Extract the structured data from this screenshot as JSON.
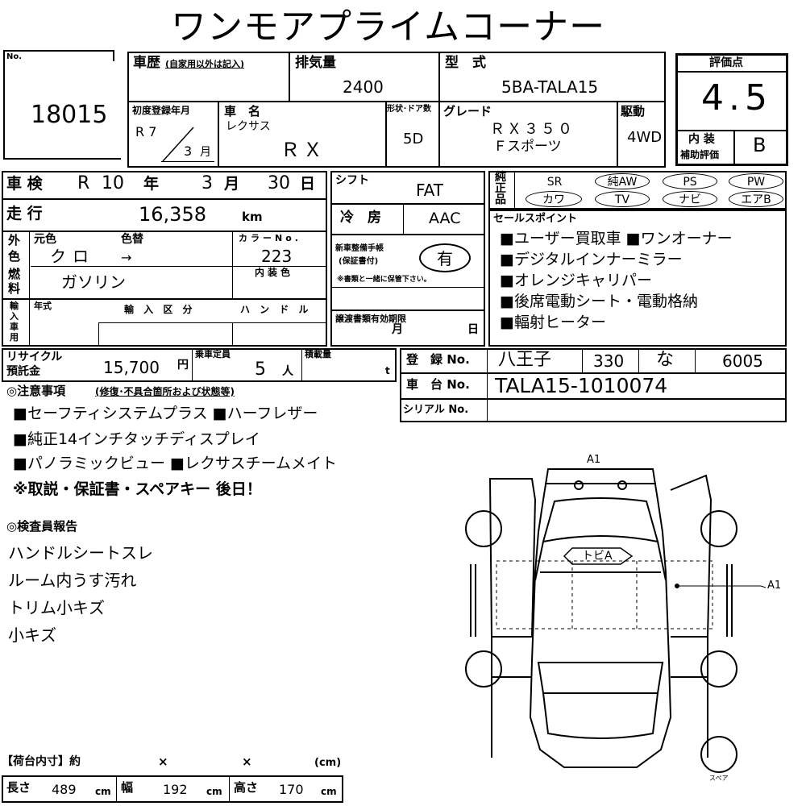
{
  "header": {
    "title": "ワンモアプライムコーナー"
  },
  "lot": {
    "label": "No.",
    "number": "18015"
  },
  "history": {
    "label": "車歴",
    "note": "(自家用以外は記入)"
  },
  "displacement": {
    "label": "排気量",
    "value": "2400"
  },
  "model": {
    "label": "型　式",
    "value": "5BA-TALA15"
  },
  "score": {
    "label": "評価点",
    "value": "4.5",
    "interior_label_1": "内 装",
    "interior_label_2": "補助評価",
    "interior_value": "B"
  },
  "first_reg": {
    "label": "初度登録年月",
    "era_year": "R 7",
    "month": "3",
    "month_unit": "月"
  },
  "car_name": {
    "label": "車　名",
    "maker": "レクサス",
    "name": "ＲＸ"
  },
  "body": {
    "label": "形状･ドア数",
    "value": "5D"
  },
  "grade": {
    "label": "グレード",
    "line1": "ＲＸ３５０",
    "line2": "Ｆスポーツ"
  },
  "drive": {
    "label": "駆動",
    "value": "4WD"
  },
  "inspection": {
    "label": "車 検",
    "era": "R",
    "year": "10",
    "year_unit": "年",
    "month": "3",
    "month_unit": "月",
    "day": "30",
    "day_unit": "日"
  },
  "shift": {
    "label": "シフト",
    "value": "FAT"
  },
  "equipment": {
    "label_1": "純",
    "label_2": "正",
    "label_3": "品",
    "items": [
      "SR",
      "純AW",
      "PS",
      "PW",
      "カワ",
      "TV",
      "ナビ",
      "エアB"
    ]
  },
  "mileage": {
    "label": "走 行",
    "value": "16,358",
    "unit": "km"
  },
  "aircon": {
    "label": "冷　房",
    "value": "AAC"
  },
  "color": {
    "outer_1": "外",
    "outer_2": "色",
    "orig_label": "元色",
    "orig_value": "クロ",
    "change_label": "色替",
    "change_value": "→",
    "code_label": "カラーNo.",
    "code_value": "223",
    "interior_label": "内装色"
  },
  "warranty": {
    "label_1": "新車整備手帳",
    "label_2": "(保証書付)",
    "value": "有",
    "note": "※書類と一緒に保管下さい。"
  },
  "fuel": {
    "label_1": "燃",
    "label_2": "料",
    "value": "ガソリン"
  },
  "sales_points": {
    "label": "セールスポイント",
    "lines": [
      "■ユーザー買取車 ■ワンオーナー",
      "■デジタルインナーミラー",
      "■オレンジキャリパー",
      "■後席電動シート・電動格納",
      "■輻射ヒーター"
    ]
  },
  "import": {
    "label_1": "輸",
    "label_2": "入",
    "label_3": "車",
    "label_4": "用",
    "year_label": "年式",
    "kind_label": "輸 入 区 分",
    "handle_label": "ハ ン ド ル"
  },
  "transfer": {
    "label": "譲渡書類有効期限",
    "month_unit": "月",
    "day_unit": "日"
  },
  "recycle": {
    "label_1": "リサイクル",
    "label_2": "預託金",
    "value": "15,700",
    "unit": "円"
  },
  "capacity": {
    "label": "乗車定員",
    "value": "5",
    "unit": "人"
  },
  "load": {
    "label": "積載量",
    "unit": "t"
  },
  "registration": {
    "label": "登　録 No.",
    "area": "八王子",
    "class": "330",
    "kana": "な",
    "number": "6005"
  },
  "chassis": {
    "label": "車　台 No.",
    "value": "TALA15-1010074"
  },
  "serial": {
    "label": "シリアル No."
  },
  "notes": {
    "header": "◎注意事項",
    "header_sub": "(修復･不具合箇所および状態等)",
    "lines": [
      "■セーフティシステムプラス ■ハーフレザー",
      "■純正14インチタッチディスプレイ",
      "■パノラミックビュー ■レクサスチームメイト",
      "※取説・保証書・スペアキー 後日！"
    ]
  },
  "inspector": {
    "header": "◎検査員報告",
    "lines": [
      "ハンドルシートスレ",
      "ルーム内うす汚れ",
      "トリム小キズ",
      "小キズ"
    ]
  },
  "diagram": {
    "top_mark": "A1",
    "center_mark": "トビA",
    "side_mark": "A1",
    "spare": "スペア"
  },
  "cargo": {
    "header": "【荷台内寸】約",
    "x1": "×",
    "x2": "×",
    "unit": "(cm)",
    "length_label": "長さ",
    "length": "489",
    "width_label": "幅",
    "width": "192",
    "height_label": "高さ",
    "height": "170",
    "cm": "cm"
  }
}
